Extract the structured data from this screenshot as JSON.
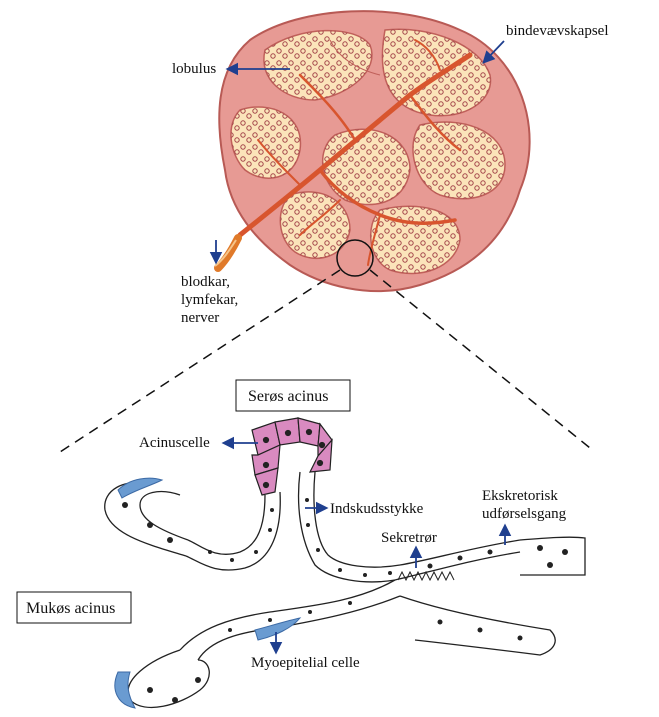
{
  "labels": {
    "lobulus": "lobulus",
    "capsule": "bindevævskapsel",
    "vessels": [
      "blodkar,",
      "lymfekar,",
      "nerver"
    ],
    "serous": "Serøs acinus",
    "acinar_cell": "Acinuscelle",
    "intercalated": "Indskudsstykke",
    "excretory": [
      "Ekskretorisk",
      "udførselsgang"
    ],
    "striated": "Sekretrør",
    "mucous": "Mukøs acinus",
    "myoepithelial": "Myoepitelial celle"
  },
  "colors": {
    "capsule": "#e79a94",
    "lobule": "#fbe4ba",
    "vessel": "#e07a2a",
    "duct_tree": "#d8552e",
    "gland_dots": "#a3454a",
    "serous_cells": "#d98ac0",
    "myoepithelial": "#6a9bd1",
    "arrow": "#1f3f8f",
    "outline": "#222222"
  }
}
